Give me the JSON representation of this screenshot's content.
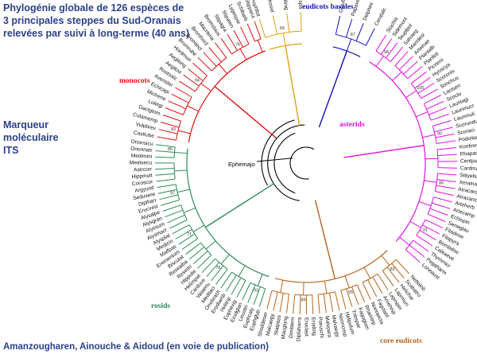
{
  "title": {
    "line1": "Phylogénie  globale de 126 espèces de",
    "line2": "3 principales steppes  du Sud-Oranais",
    "line3": "relevées par suivi à long-terme  (40 ans)"
  },
  "marker": {
    "line1": "Marqueur",
    "line2": "moléculaire",
    "line3": "ITS"
  },
  "authors": "Amanzougharen, Ainouche & Aidoud (en voie de publication)",
  "root_label": "Ephemajo",
  "groups": [
    {
      "id": "basal",
      "label": "eudicots basales",
      "color": "#1010c0",
      "start": -77,
      "end": -63,
      "taxa": [
        "Glauflav",
        "Papaver",
        "Delphini",
        "Ceratalc"
      ]
    },
    {
      "id": "asterids",
      "label": "asterids",
      "color": "#e010e0",
      "start": -58,
      "end": 41,
      "taxa": [
        "Stachis",
        "Sidemont",
        "Teuplpol",
        "Salvaeg",
        "Marrdesi",
        "Arteinae",
        "Plantalb",
        "Planfeti",
        "Picrteni",
        "Hyoscya",
        "Scoronis",
        "Sonchus",
        "Lactseri",
        "Scoclo",
        "Launtagi",
        "Launmucr",
        "Launmuli",
        "Scorundu",
        "Scoraci",
        "Podoilaci",
        "Koeline",
        "Rhapacau",
        "Centpube",
        "Cardmap",
        "Sitiyebur",
        "Xerainap",
        "Atracard",
        "Atracanc",
        "Arteherb",
        "Artecamp",
        "Echispin",
        "Seneglau",
        "Filadese",
        "Filapyra",
        "Bombdisc",
        "Caleaeve",
        "Thymmicr",
        "Pegaharm",
        "Loneaust"
      ]
    },
    {
      "id": "core",
      "label": "core eudicots",
      "color": "#b5651d",
      "start": 47,
      "end": 105,
      "taxa": [
        "Nettalob",
        "Scabatro",
        "Helichar",
        "Laprmuri",
        "Laprspin",
        "Arnehisp",
        "Fagolatri",
        "Nonnpicta",
        "Rhamtrip",
        "Fagoglom",
        "Tribspar",
        "Helipolum",
        "Nonncrisp",
        "Malvaegy",
        "Malvpara",
        "Pseuschi",
        "Erodtrig",
        "Eruclast",
        "Diplaharra",
        "Dimbtenr",
        "Mauglong",
        "Statpass",
        "Malcaegy",
        "Shoddeser"
      ]
    },
    {
      "id": "rosids",
      "label": "rosids",
      "color": "#2e8b57",
      "start": 108,
      "end": 187,
      "taxa": [
        "Euphglyp",
        "Euphcaly",
        "Linustri",
        "Erodglan",
        "Euphexig",
        "Helitrip",
        "Erodlamb",
        "Onobrach",
        "Medilaci",
        "Valaeriu",
        "Carduus",
        "Helimpat",
        "Hippulis",
        "Reseitri",
        "Reseaiba",
        "Bisculat",
        "Erementum",
        "Malfpas",
        "Medicin",
        "Alysplat",
        "Alysmacr",
        "Alyssum",
        "Alysgran",
        "Alysalpe",
        "Erucvesi",
        "Diplharr",
        "Sedusere",
        "Argyunif",
        "Coroscor",
        "Hippmult",
        "Astrcorr",
        "Medisecu",
        "Medimini",
        "Ononnatr",
        "Ononsicu"
      ]
    },
    {
      "id": "monocots",
      "label": "monocots",
      "color": "#e01010",
      "start": 190,
      "end": 250,
      "taxa": [
        "Casttube",
        "Vulpbrev",
        "Cutamemp",
        "Dactglom",
        "Lolirigi",
        "Mictrene",
        "Echicapi",
        "Avenster",
        "Rostsalz",
        "Aegilovi",
        "Aegilong",
        "Hordmuri",
        "Bromrube",
        "Bromtect",
        "Bromhord",
        "Macrtena",
        "Bromclaus",
        "Stipagra",
        "Stipaten",
        "Lygespar",
        "Schibarb",
        "Stipparvi"
      ]
    },
    {
      "id": "liliales",
      "label": "",
      "color": "#e0a010",
      "start": 252,
      "end": 268,
      "taxa": [
        "Asphfist",
        "Alliroset",
        "Allinig",
        "Allicuspa"
      ]
    }
  ],
  "bootstrap": [
    "87",
    "98",
    "100",
    "90",
    "86",
    "81",
    "83",
    "95",
    "89",
    "93",
    "78",
    "71",
    "97",
    "85",
    "82",
    "94",
    "76",
    "66",
    "58",
    "79",
    "64",
    "88",
    "91",
    "73",
    "92",
    "68"
  ],
  "colors": {
    "title": "#2c3f8c",
    "root": "#000000",
    "text": "#111111"
  }
}
